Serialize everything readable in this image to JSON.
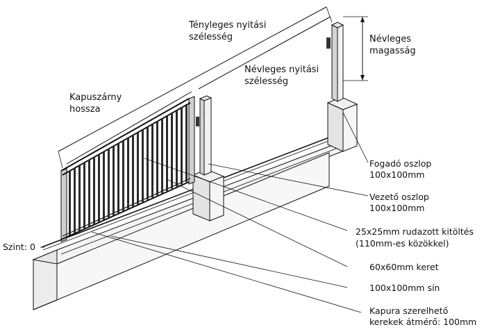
{
  "diagram": {
    "dimension_labels": {
      "actual_opening": [
        "Tényleges nyitási",
        "szélesség"
      ],
      "nominal_opening": [
        "Névleges nyitási",
        "szélesség"
      ],
      "nominal_height": [
        "Névleges",
        "magasság"
      ],
      "leaf_length": [
        "Kapuszárny",
        "hossza"
      ]
    },
    "level_label": "Szint: 0",
    "callouts": [
      [
        "Fogadó oszlop",
        "100x100mm"
      ],
      [
        "Vezető oszlop",
        "100x100mm"
      ],
      [
        "25x25mm rudazott kitöltés",
        "(110mm-es közökkel)"
      ],
      [
        "60x60mm keret"
      ],
      [
        "100x100mm sín"
      ],
      [
        "Kapura szerelhető",
        "kerekek átmérő: 100mm"
      ]
    ]
  }
}
